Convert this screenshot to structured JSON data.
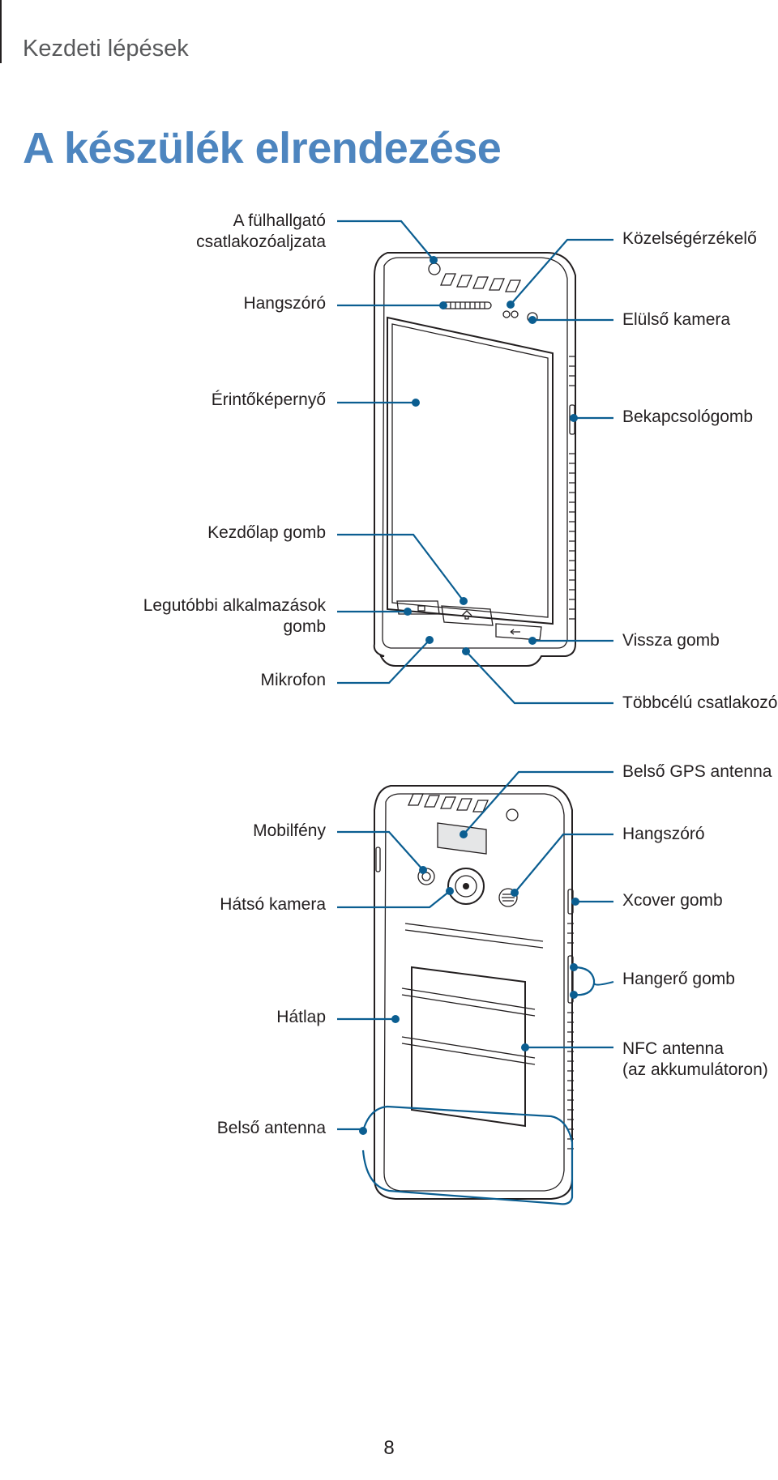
{
  "page": {
    "section_title": "Kezdeti lépések",
    "title": "A készülék elrendezése",
    "page_number": "8"
  },
  "front_labels": {
    "headphone_jack": "A fülhallgató\ncsatlakozóaljzata",
    "speaker": "Hangszóró",
    "touchscreen": "Érintőképernyő",
    "home_button": "Kezdőlap gomb",
    "recent_apps": "Legutóbbi alkalmazások\ngomb",
    "microphone": "Mikrofon",
    "proximity_sensor": "Közelségérzékelő",
    "front_camera": "Elülső kamera",
    "power_button": "Bekapcsológomb",
    "back_button": "Vissza gomb",
    "multipurpose_jack": "Többcélú csatlakozó"
  },
  "back_labels": {
    "flash": "Mobilfény",
    "rear_camera": "Hátsó kamera",
    "back_cover": "Hátlap",
    "internal_antenna": "Belső antenna",
    "gps_antenna": "Belső GPS antenna",
    "speaker": "Hangszóró",
    "xcover_button": "Xcover gomb",
    "volume_button": "Hangerő gomb",
    "nfc_antenna": "NFC antenna\n(az akkumulátoron)"
  },
  "colors": {
    "title": "#4d85bf",
    "callout": "#0b5e91",
    "text": "#231f20"
  }
}
